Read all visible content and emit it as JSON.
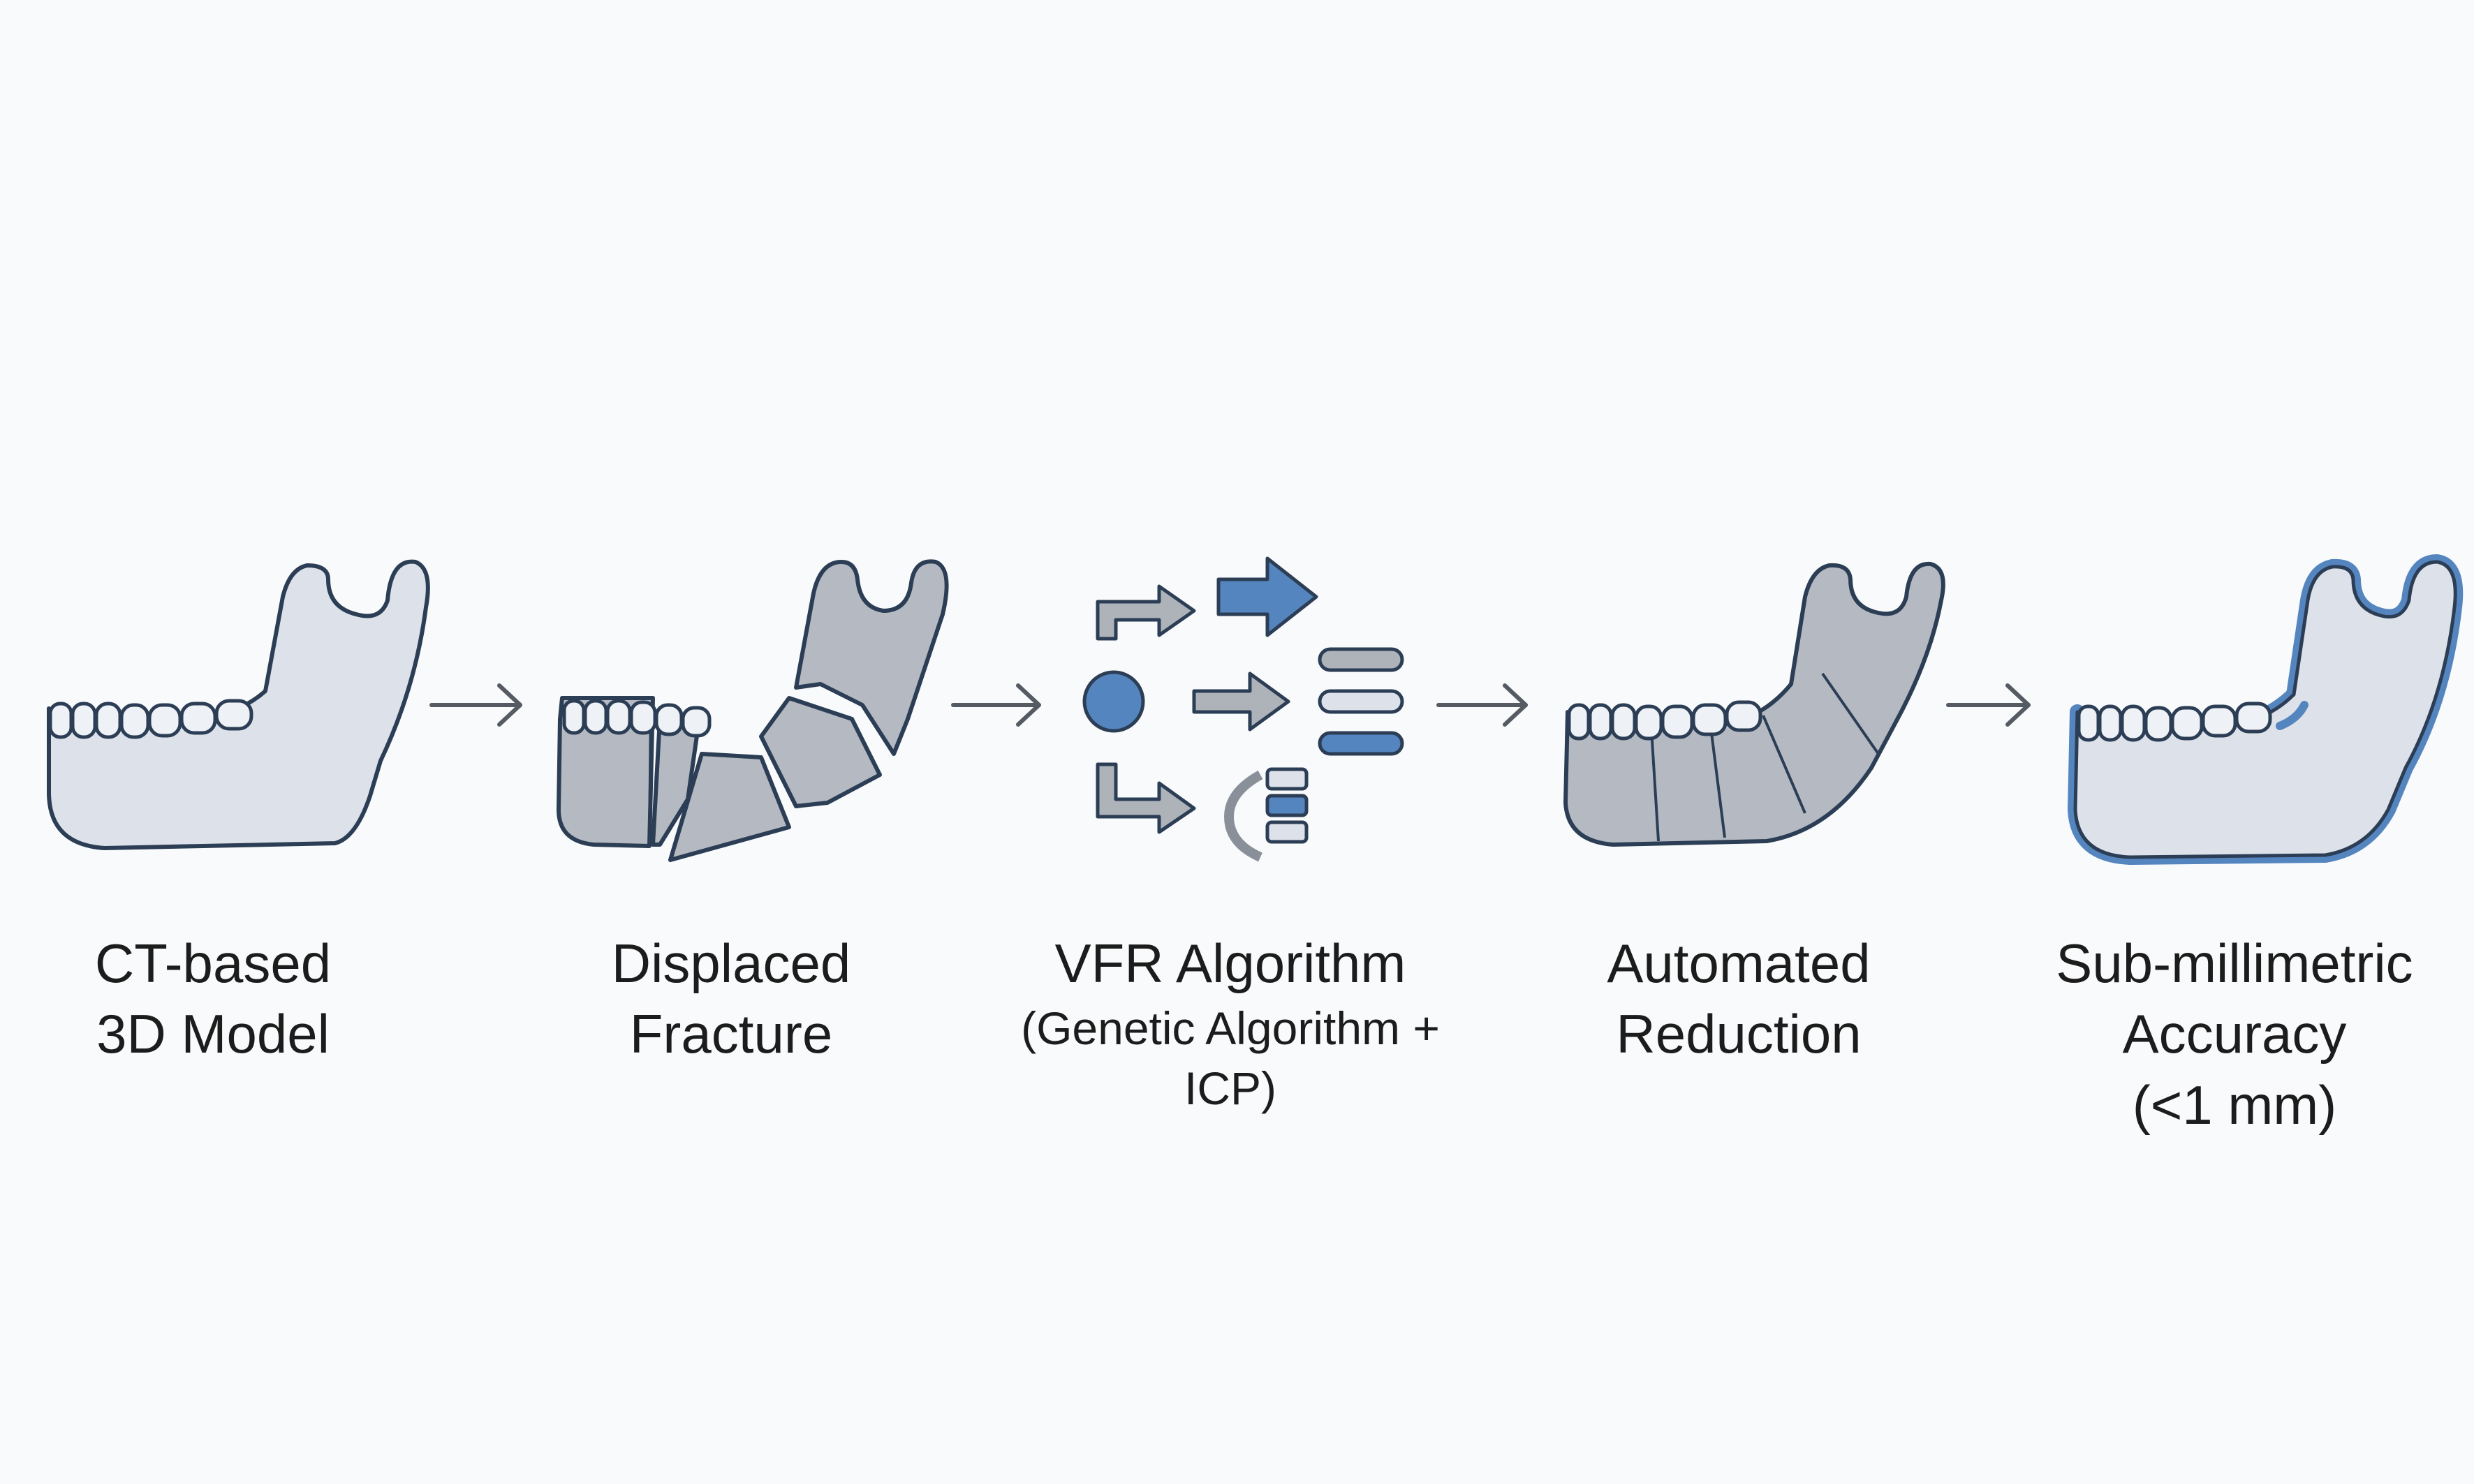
{
  "steps": [
    {
      "id": "ct-model",
      "lines": [
        "CT-based",
        "3D Model"
      ],
      "icon": "mandible-icon"
    },
    {
      "id": "displaced-fracture",
      "lines": [
        "Displaced",
        "Fracture"
      ],
      "icon": "fractured-mandible-icon"
    },
    {
      "id": "vfr-algorithm",
      "lines": [
        "VFR Algorithm"
      ],
      "sublines": [
        "(Genetic Algorithm +",
        "ICP)"
      ],
      "icon": "algorithm-flow-icon"
    },
    {
      "id": "automated-reduction",
      "lines": [
        "Automated",
        "Reduction"
      ],
      "icon": "reduced-mandible-icon"
    },
    {
      "id": "sub-millimetric-accuracy",
      "lines": [
        "Sub-millimetric",
        "Accuracy",
        "(<1 mm)"
      ],
      "icon": "outlined-mandible-icon"
    }
  ],
  "connector_icon": "right-arrow-icon",
  "colors": {
    "background": "#f9fafb",
    "bone_fill": "#dde2ea",
    "fragment_fill": "#b5bac2",
    "outline": "#2c3e55",
    "accent_blue": "#5585bf",
    "text": "#1c1c1c"
  }
}
